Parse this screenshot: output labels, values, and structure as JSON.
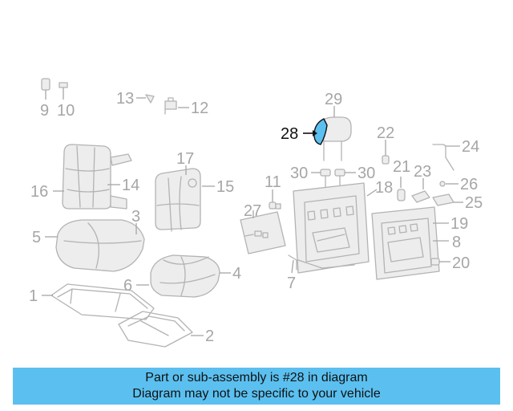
{
  "caption": {
    "line1": "Part or sub-assembly is #28 in diagram",
    "line2": "Diagram may not be specific to your vehicle"
  },
  "highlight": {
    "callout": "28",
    "color": "#5bc0f0"
  },
  "callouts": {
    "c1": "1",
    "c2": "2",
    "c3": "3",
    "c4": "4",
    "c5": "5",
    "c6": "6",
    "c7": "7",
    "c8": "8",
    "c9": "9",
    "c10": "10",
    "c11": "11",
    "c12": "12",
    "c13": "13",
    "c14": "14",
    "c15": "15",
    "c16": "16",
    "c17": "17",
    "c18": "18",
    "c19": "19",
    "c20": "20",
    "c21": "21",
    "c22": "22",
    "c23": "23",
    "c24": "24",
    "c25": "25",
    "c26": "26",
    "c27": "27",
    "c28": "28",
    "c29": "29",
    "c30a": "30",
    "c30b": "30"
  }
}
